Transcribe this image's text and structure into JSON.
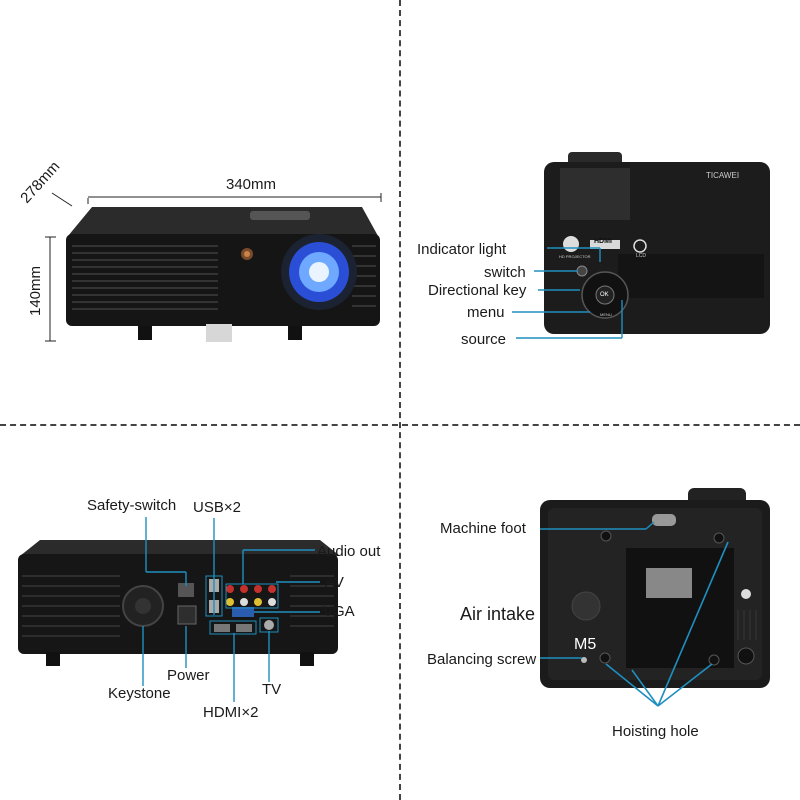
{
  "front": {
    "width": "340mm",
    "depth": "278mm",
    "height": "140mm"
  },
  "top": {
    "labels": [
      "Indicator light",
      "switch",
      "Directional key",
      "menu",
      "source"
    ],
    "brand": "TICAWEI",
    "ok_key": "OK",
    "menu_key": "MENU",
    "hdmi_logo": "HDMI",
    "hd_text": "HD PROJECTOR",
    "lcd_text": "LCD"
  },
  "back": {
    "labels": {
      "safety": "Safety-switch",
      "usb": "USB×2",
      "audio": "Audio out",
      "av": "AV",
      "vga": "VGA",
      "power": "Power",
      "keystone": "Keystone",
      "tv": "TV",
      "hdmi": "HDMI×2"
    }
  },
  "bottom": {
    "labels": {
      "foot": "Machine foot",
      "air": "Air intake",
      "m5": "M5",
      "screw": "Balancing screw",
      "hoist": "Hoisting hole"
    }
  }
}
